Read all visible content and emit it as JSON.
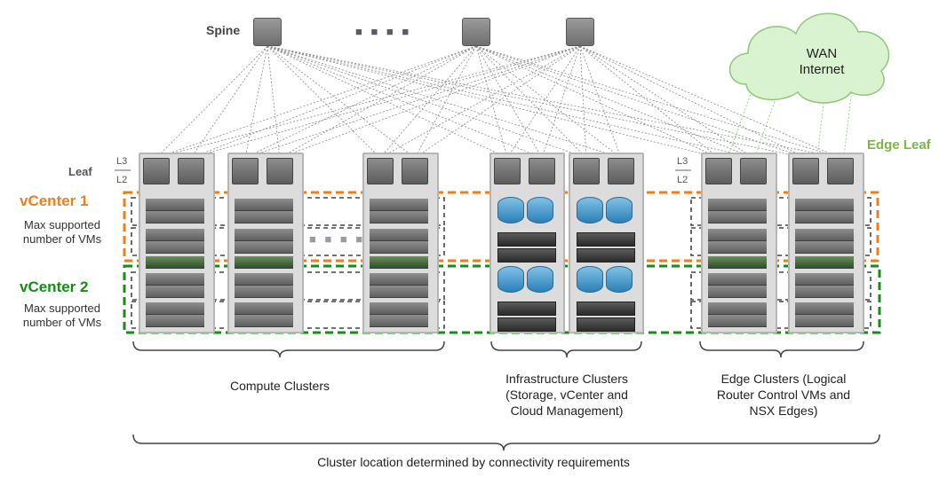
{
  "spine": {
    "label": "Spine",
    "ellipsis": "■ ■ ■ ■"
  },
  "wan": {
    "line1": "WAN",
    "line2": "Internet"
  },
  "edge_leaf": {
    "label": "Edge Leaf"
  },
  "leaf": {
    "label": "Leaf",
    "l3": "L3",
    "l2": "L2"
  },
  "vcenter1": {
    "title": "vCenter 1",
    "max_line1": "Max supported",
    "max_line2": "number of VMs"
  },
  "vcenter2": {
    "title": "vCenter 2",
    "max_line1": "Max supported",
    "max_line2": "number of VMs"
  },
  "compute": {
    "ellipsis": "■ ■ ■ ■",
    "label": "Compute Clusters"
  },
  "infrastructure": {
    "line1": "Infrastructure Clusters",
    "line2": "(Storage, vCenter and",
    "line3": "Cloud Management)"
  },
  "edge_clusters": {
    "line1": "Edge Clusters (Logical",
    "line2": "Router Control VMs and",
    "line3": "NSX Edges)"
  },
  "footer": {
    "text": "Cluster location determined by connectivity requirements"
  },
  "colors": {
    "vcenter1": "#f07d1c",
    "vcenter2": "#1a8a1a",
    "edge_leaf": "#7ab648",
    "links": "#8a8a8a",
    "cloud": "#d9f2d0"
  }
}
